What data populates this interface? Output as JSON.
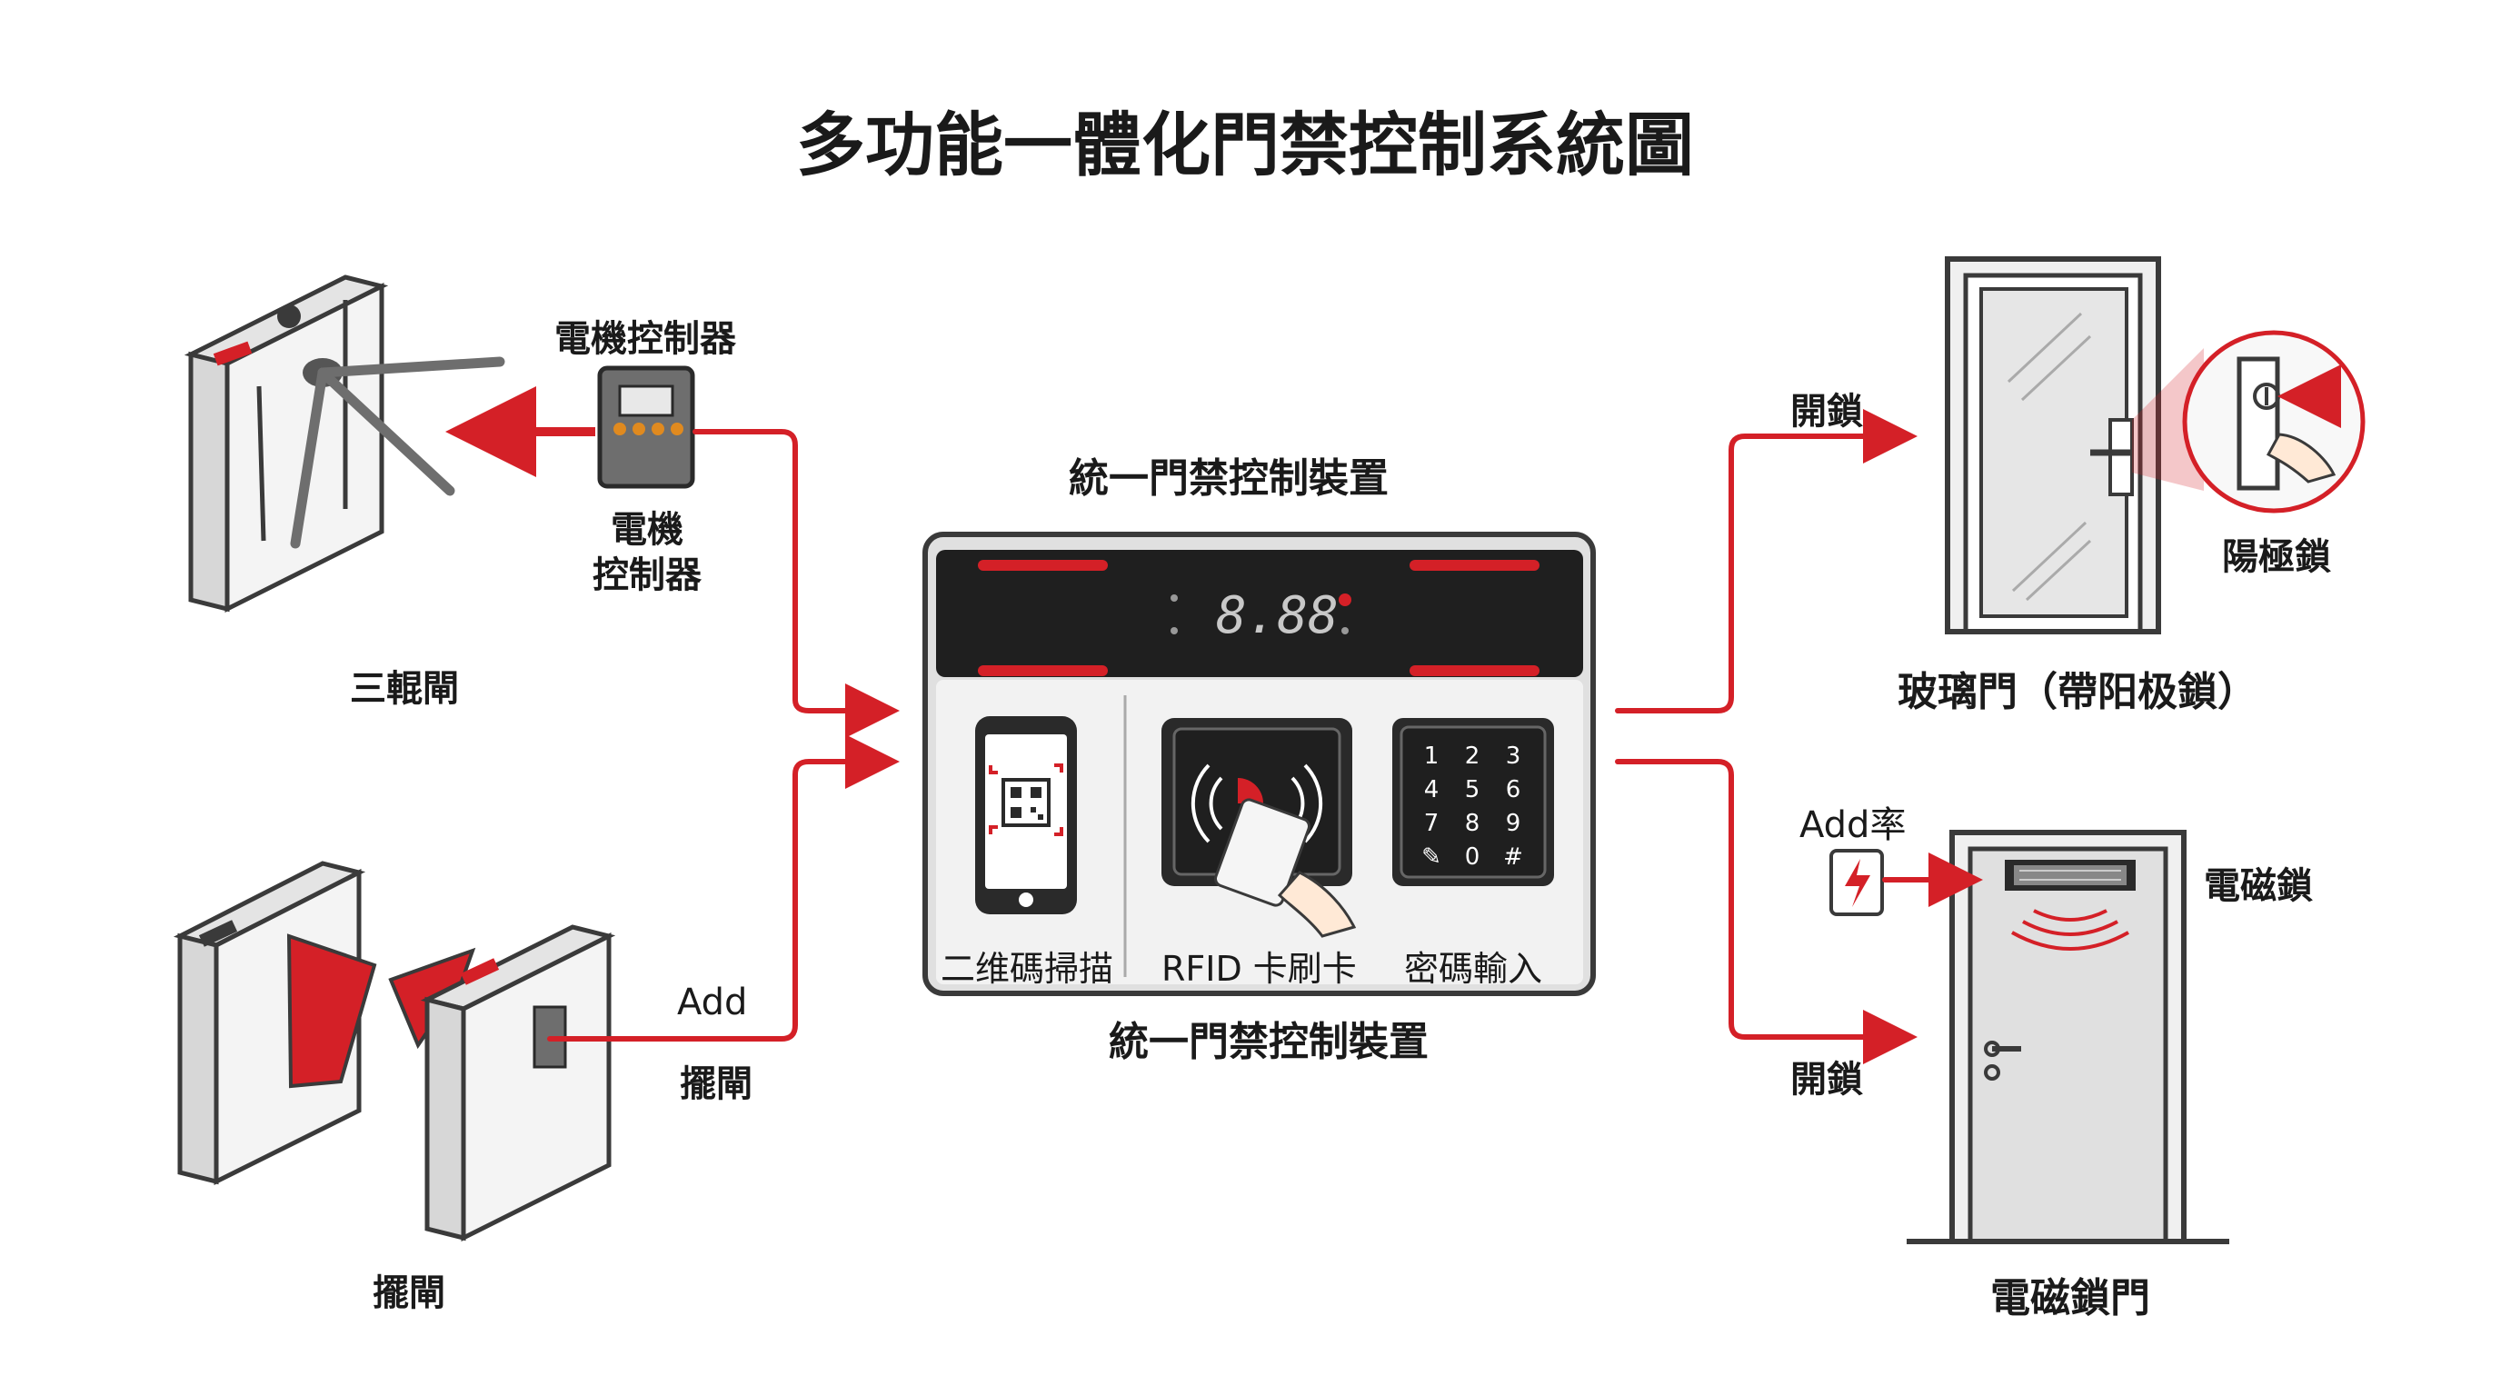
{
  "title": "多功能一體化門禁控制系統圖",
  "colors": {
    "accent": "#d42027",
    "line": "#3a3a3a",
    "panel": "#f2f2f2",
    "dark": "#1f1f1f"
  },
  "nodes": {
    "tripod": {
      "label": "三輥閘"
    },
    "motor_controller": {
      "label_top": "電機控制器",
      "label_bottom_1": "電機",
      "label_bottom_2": "控制器"
    },
    "swing": {
      "label": "擺閘",
      "arrow_label_1": "Add",
      "arrow_label_2": "擺閘"
    },
    "controller": {
      "label_top": "統一門禁控制裝置",
      "label_bottom": "統一門禁控制裝置",
      "display": "8.88",
      "qr_label": "二维碼掃描",
      "rfid_label": "RFID 卡刷卡",
      "keypad_label": "密碼輸入",
      "keys": [
        "1",
        "2",
        "3",
        "4",
        "5",
        "6",
        "7",
        "8",
        "9",
        "✎",
        "0",
        "#"
      ]
    },
    "glass_door": {
      "label": "玻璃門（帶阳极鎖）",
      "arrow_label": "開鎖",
      "lock_label": "陽極鎖"
    },
    "mag_door": {
      "label": "電磁鎖門",
      "arrow_label": "開鎖",
      "lock_label": "電磁鎖",
      "power_label": "Add率"
    }
  }
}
